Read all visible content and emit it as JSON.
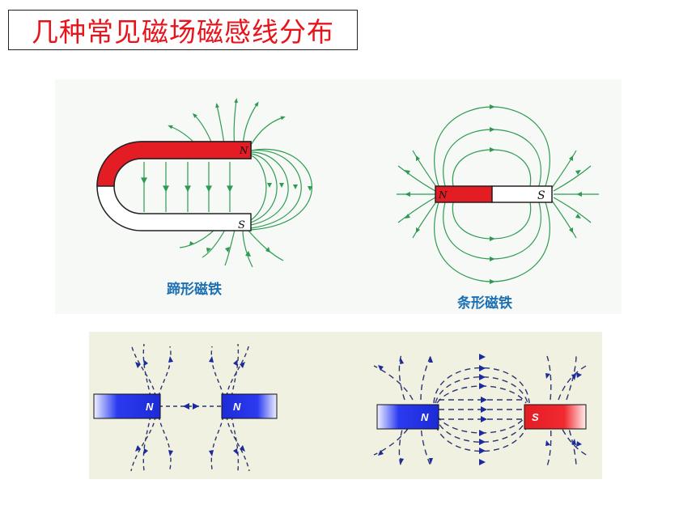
{
  "title": "几种常见磁场磁感线分布",
  "horseshoe": {
    "caption": "蹄形磁铁",
    "north": "N",
    "south": "S"
  },
  "bar": {
    "caption": "条形磁铁",
    "north": "N",
    "south": "S"
  },
  "repel": {
    "left_pole": "N",
    "right_pole": "N"
  },
  "attract": {
    "left_pole": "N",
    "right_pole": "S"
  },
  "colors": {
    "title": "#e8141c",
    "field_line": "#2e9a52",
    "dashed_line": "#2b3470",
    "north_blue": "#1c2bd6",
    "south_red": "#e41c24",
    "caption": "#1b6fb3"
  }
}
